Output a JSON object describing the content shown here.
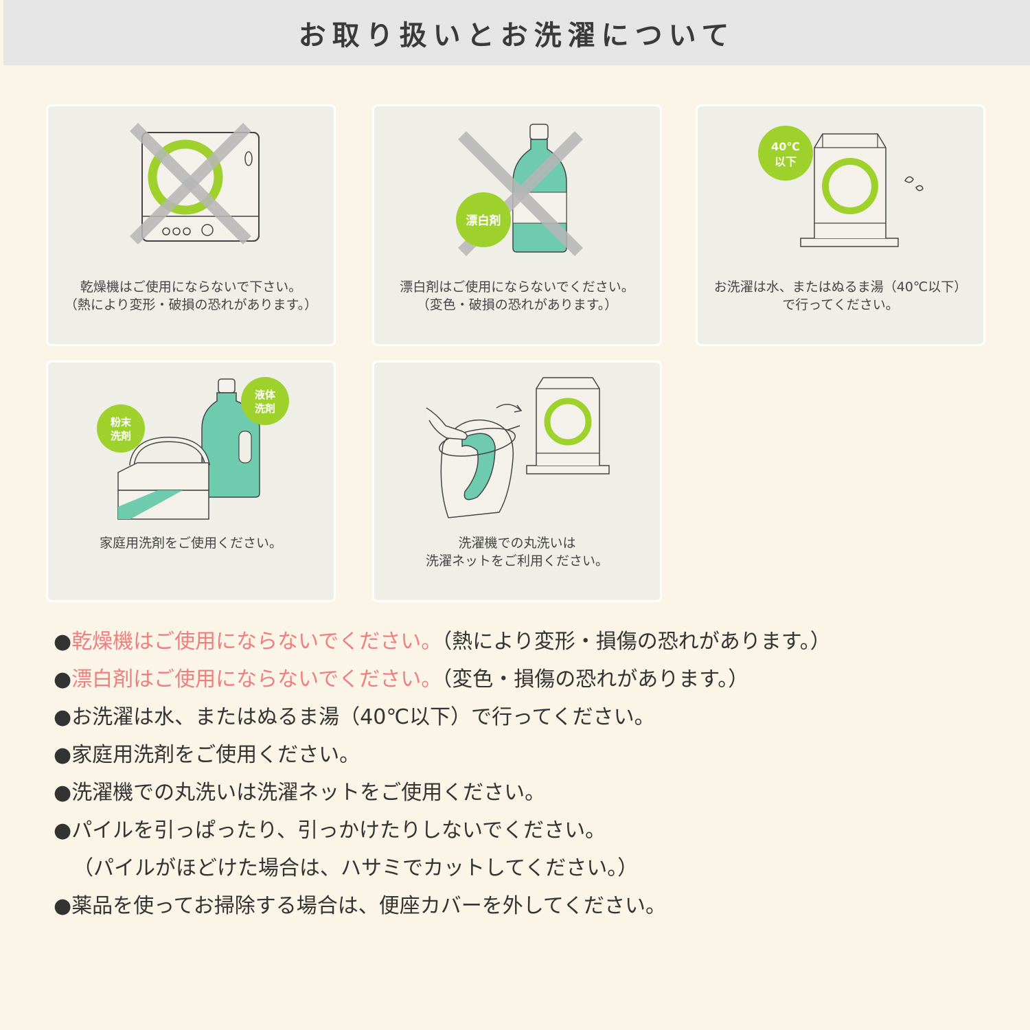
{
  "header": {
    "title": "お取り扱いとお洗濯について"
  },
  "colors": {
    "accent_green": "#9fd12c",
    "teal": "#6ecbae",
    "cross": "#b6b6b6",
    "warning_red": "#ef7f7f",
    "background": "#fbf5e8",
    "header_bg": "#e5e5e5",
    "card_bg": "#efefe8"
  },
  "cards": [
    {
      "icon": "dryer-prohibited-icon",
      "line1": "乾燥機はご使用にならないで下さい。",
      "line2": "（熱により変形・破損の恐れがあります。）"
    },
    {
      "icon": "bleach-prohibited-icon",
      "badge": "漂白剤",
      "line1": "漂白剤はご使用にならないでください。",
      "line2": "（変色・破損の恐れがあります。）"
    },
    {
      "icon": "washing-machine-icon",
      "badge_line1": "40℃",
      "badge_line2": "以下",
      "line1": "お洗濯は水、またはぬるま湯（40℃以下）",
      "line2": "で行ってください。"
    },
    {
      "icon": "detergent-icon",
      "badge_powder_1": "粉末",
      "badge_powder_2": "洗剤",
      "badge_liquid_1": "液体",
      "badge_liquid_2": "洗剤",
      "line1": "家庭用洗剤をご使用ください。"
    },
    {
      "icon": "laundry-net-icon",
      "line1": "洗濯機での丸洗いは",
      "line2": "洗濯ネットをご利用ください。"
    }
  ],
  "notes": [
    {
      "bullet": "●",
      "warn": "乾燥機はご使用にならないでください。",
      "text": "（熱により変形・損傷の恐れがあります。）"
    },
    {
      "bullet": "●",
      "warn": "漂白剤はご使用にならないでください。",
      "text": "（変色・損傷の恐れがあります。）"
    },
    {
      "bullet": "●",
      "text": "お洗濯は水、またはぬるま湯（40℃以下）で行ってください。"
    },
    {
      "bullet": "●",
      "text": "家庭用洗剤をご使用ください。"
    },
    {
      "bullet": "●",
      "text": "洗濯機での丸洗いは洗濯ネットをご使用ください。"
    },
    {
      "bullet": "●",
      "text": "パイルを引っぱったり、引っかけたりしないでください。"
    },
    {
      "text": "（パイルがほどけた場合は、ハサミでカットしてください。）"
    },
    {
      "bullet": "●",
      "text": "薬品を使ってお掃除する場合は、便座カバーを外してください。"
    }
  ]
}
